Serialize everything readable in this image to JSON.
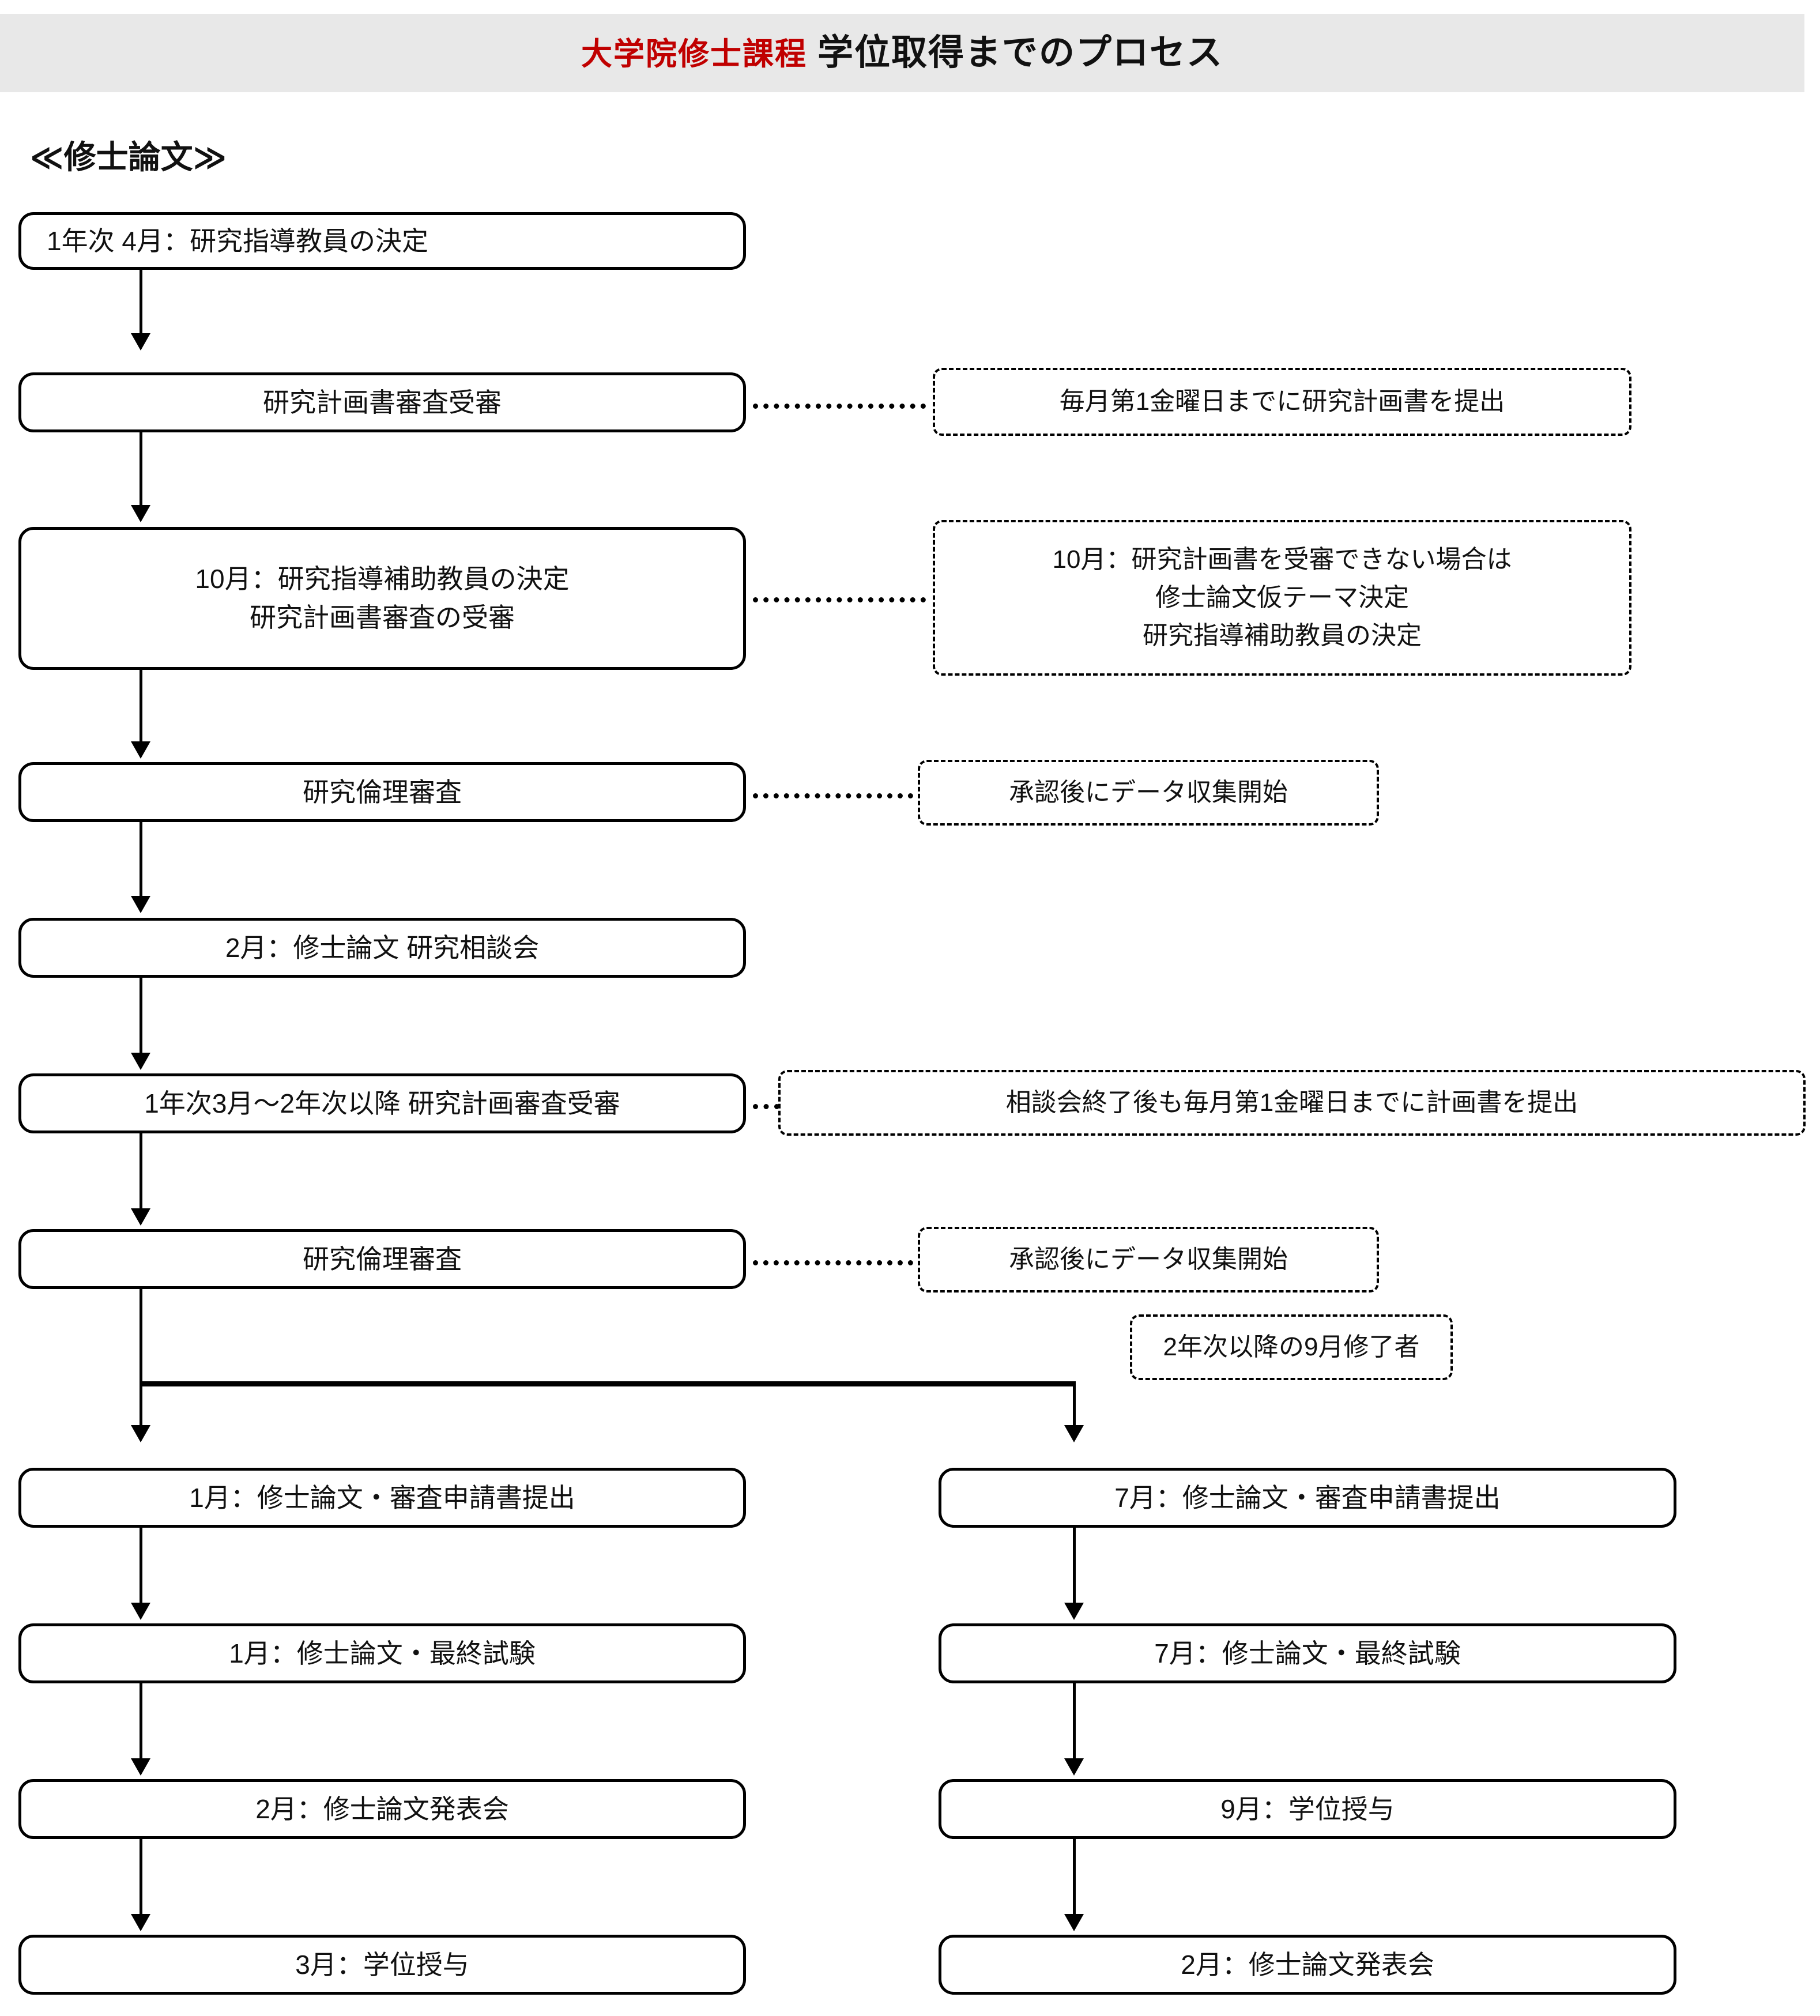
{
  "header": {
    "title_red": "大学院修士課程",
    "title_black": "学位取得までのプロセス",
    "background_color": "#E8E8E8",
    "red_color": "#C00000"
  },
  "section": {
    "label": "≪修士論文≫"
  },
  "main_flow": [
    {
      "id": "step-1",
      "line1": "1年次  4月：研究指導教員の決定"
    },
    {
      "id": "step-2",
      "line1": "研究計画書審査受審"
    },
    {
      "id": "step-3",
      "line1": "10月：研究指導補助教員の決定",
      "line2": "研究計画書審査の受審"
    },
    {
      "id": "step-4",
      "line1": "研究倫理審査"
    },
    {
      "id": "step-5",
      "line1": "2月：修士論文 研究相談会"
    },
    {
      "id": "step-6",
      "line1": "1年次3月～2年次以降 研究計画審査受審"
    },
    {
      "id": "step-7",
      "line1": "研究倫理審査"
    }
  ],
  "notes": [
    {
      "id": "note-1",
      "line1": "毎月第1金曜日までに研究計画書を提出"
    },
    {
      "id": "note-2",
      "line1": "10月：研究計画書を受審できない場合は",
      "line2": "修士論文仮テーマ決定",
      "line3": "研究指導補助教員の決定"
    },
    {
      "id": "note-3",
      "line1": "承認後にデータ収集開始"
    },
    {
      "id": "note-4",
      "line1": "相談会終了後も毎月第1金曜日までに計画書を提出"
    },
    {
      "id": "note-5",
      "line1": "承認後にデータ収集開始"
    },
    {
      "id": "note-6",
      "line1": "2年次以降の9月修了者"
    }
  ],
  "branch_left": [
    {
      "id": "left-1",
      "line1": "1月：修士論文・審査申請書提出"
    },
    {
      "id": "left-2",
      "line1": "1月：修士論文・最終試験"
    },
    {
      "id": "left-3",
      "line1": "2月：修士論文発表会"
    },
    {
      "id": "left-4",
      "line1": "3月：学位授与"
    }
  ],
  "branch_right": [
    {
      "id": "right-1",
      "line1": "7月：修士論文・審査申請書提出"
    },
    {
      "id": "right-2",
      "line1": "7月：修士論文・最終試験"
    },
    {
      "id": "right-3",
      "line1": "9月：学位授与"
    },
    {
      "id": "right-4",
      "line1": "2月：修士論文発表会"
    }
  ]
}
